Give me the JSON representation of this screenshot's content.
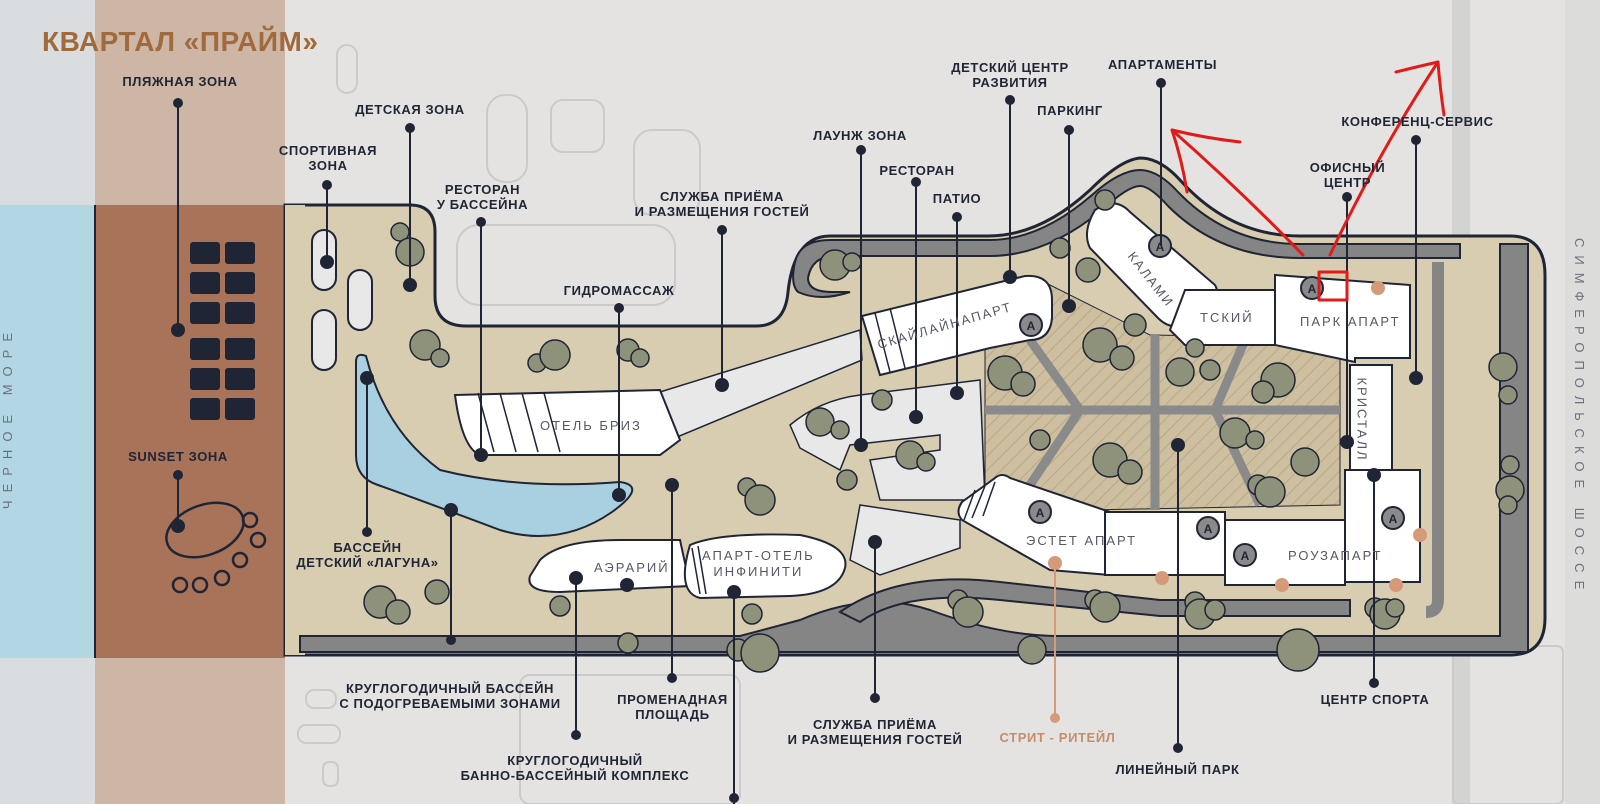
{
  "title": "КВАРТАЛ «ПРАЙМ»",
  "colors": {
    "sea": "#b2d6e4",
    "beach_sand": "#cdb6a6",
    "beach_brown": "#a9735a",
    "ground": "#d8cdb0",
    "road": "#858585",
    "road_outline": "#1f2535",
    "building": "#ffffff",
    "tree": "#8e927a",
    "retail_dot": "#d49a7a",
    "annotation": "#e11a1a",
    "title": "#a06a3d"
  },
  "side_labels": {
    "sea": "ЧЕРНОЕ МОРЕ",
    "highway": "СИМФЕРОПОЛЬСКОЕ ШОССЕ"
  },
  "labels": {
    "beach_zone": "ПЛЯЖНАЯ ЗОНА",
    "kids_zone": "ДЕТСКАЯ ЗОНА",
    "sport_zone": "СПОРТИВНАЯ\nЗОНА",
    "pool_restaurant": "РЕСТОРАН\nУ БАССЕЙНА",
    "sunset_zone": "SUNSET ЗОНА",
    "hydromassage": "ГИДРОМАССАЖ",
    "reception_top": "СЛУЖБА ПРИЁМА\nИ РАЗМЕЩЕНИЯ ГОСТЕЙ",
    "lounge": "ЛАУНЖ ЗОНА",
    "restaurant": "РЕСТОРАН",
    "patio": "ПАТИО",
    "kids_center": "ДЕТСКИЙ ЦЕНТР\nРАЗВИТИЯ",
    "parking": "ПАРКИНГ",
    "apartments": "АПАРТАМЕНТЫ",
    "office_center": "ОФИСНЫЙ\nЦЕНТР",
    "conference": "КОНФЕРЕНЦ-СЕРВИС",
    "kids_pool": "БАССЕЙН\nДЕТСКИЙ «ЛАГУНА»",
    "yearround_pool": "КРУГЛОГОДИЧНЫЙ БАССЕЙН\nС ПОДОГРЕВАЕМЫМИ ЗОНАМИ",
    "bath_complex": "КРУГЛОГОДИЧНЫЙ\nБАННО-БАССЕЙНЫЙ КОМПЛЕКС",
    "promenade": "ПРОМЕНАДНАЯ\nПЛОЩАДЬ",
    "reception_bottom": "СЛУЖБА ПРИЁМА\nИ РАЗМЕЩЕНИЯ ГОСТЕЙ",
    "street_retail": "СТРИТ - РИТЕЙЛ",
    "linear_park": "ЛИНЕЙНЫЙ ПАРК",
    "sport_center": "ЦЕНТР СПОРТА"
  },
  "buildings": {
    "breeze": "ОТЕЛЬ БРИЗ",
    "skyline": "СКАЙЛАЙНАПАРТ",
    "calami": "КАЛАМИ",
    "tsky": "ТСКИЙ",
    "park_apart": "ПАРК АПАРТ",
    "kristall": "КРИСТАЛЛ",
    "estet": "ЭСТЕТ АПАРТ",
    "rouz": "РОУЗАПАРТ",
    "aerarium": "АЭРАРИЙ",
    "infiniti": "АПАРТ-ОТЕЛЬ\nИНФИНИТИ"
  },
  "apartment_marker": "A"
}
